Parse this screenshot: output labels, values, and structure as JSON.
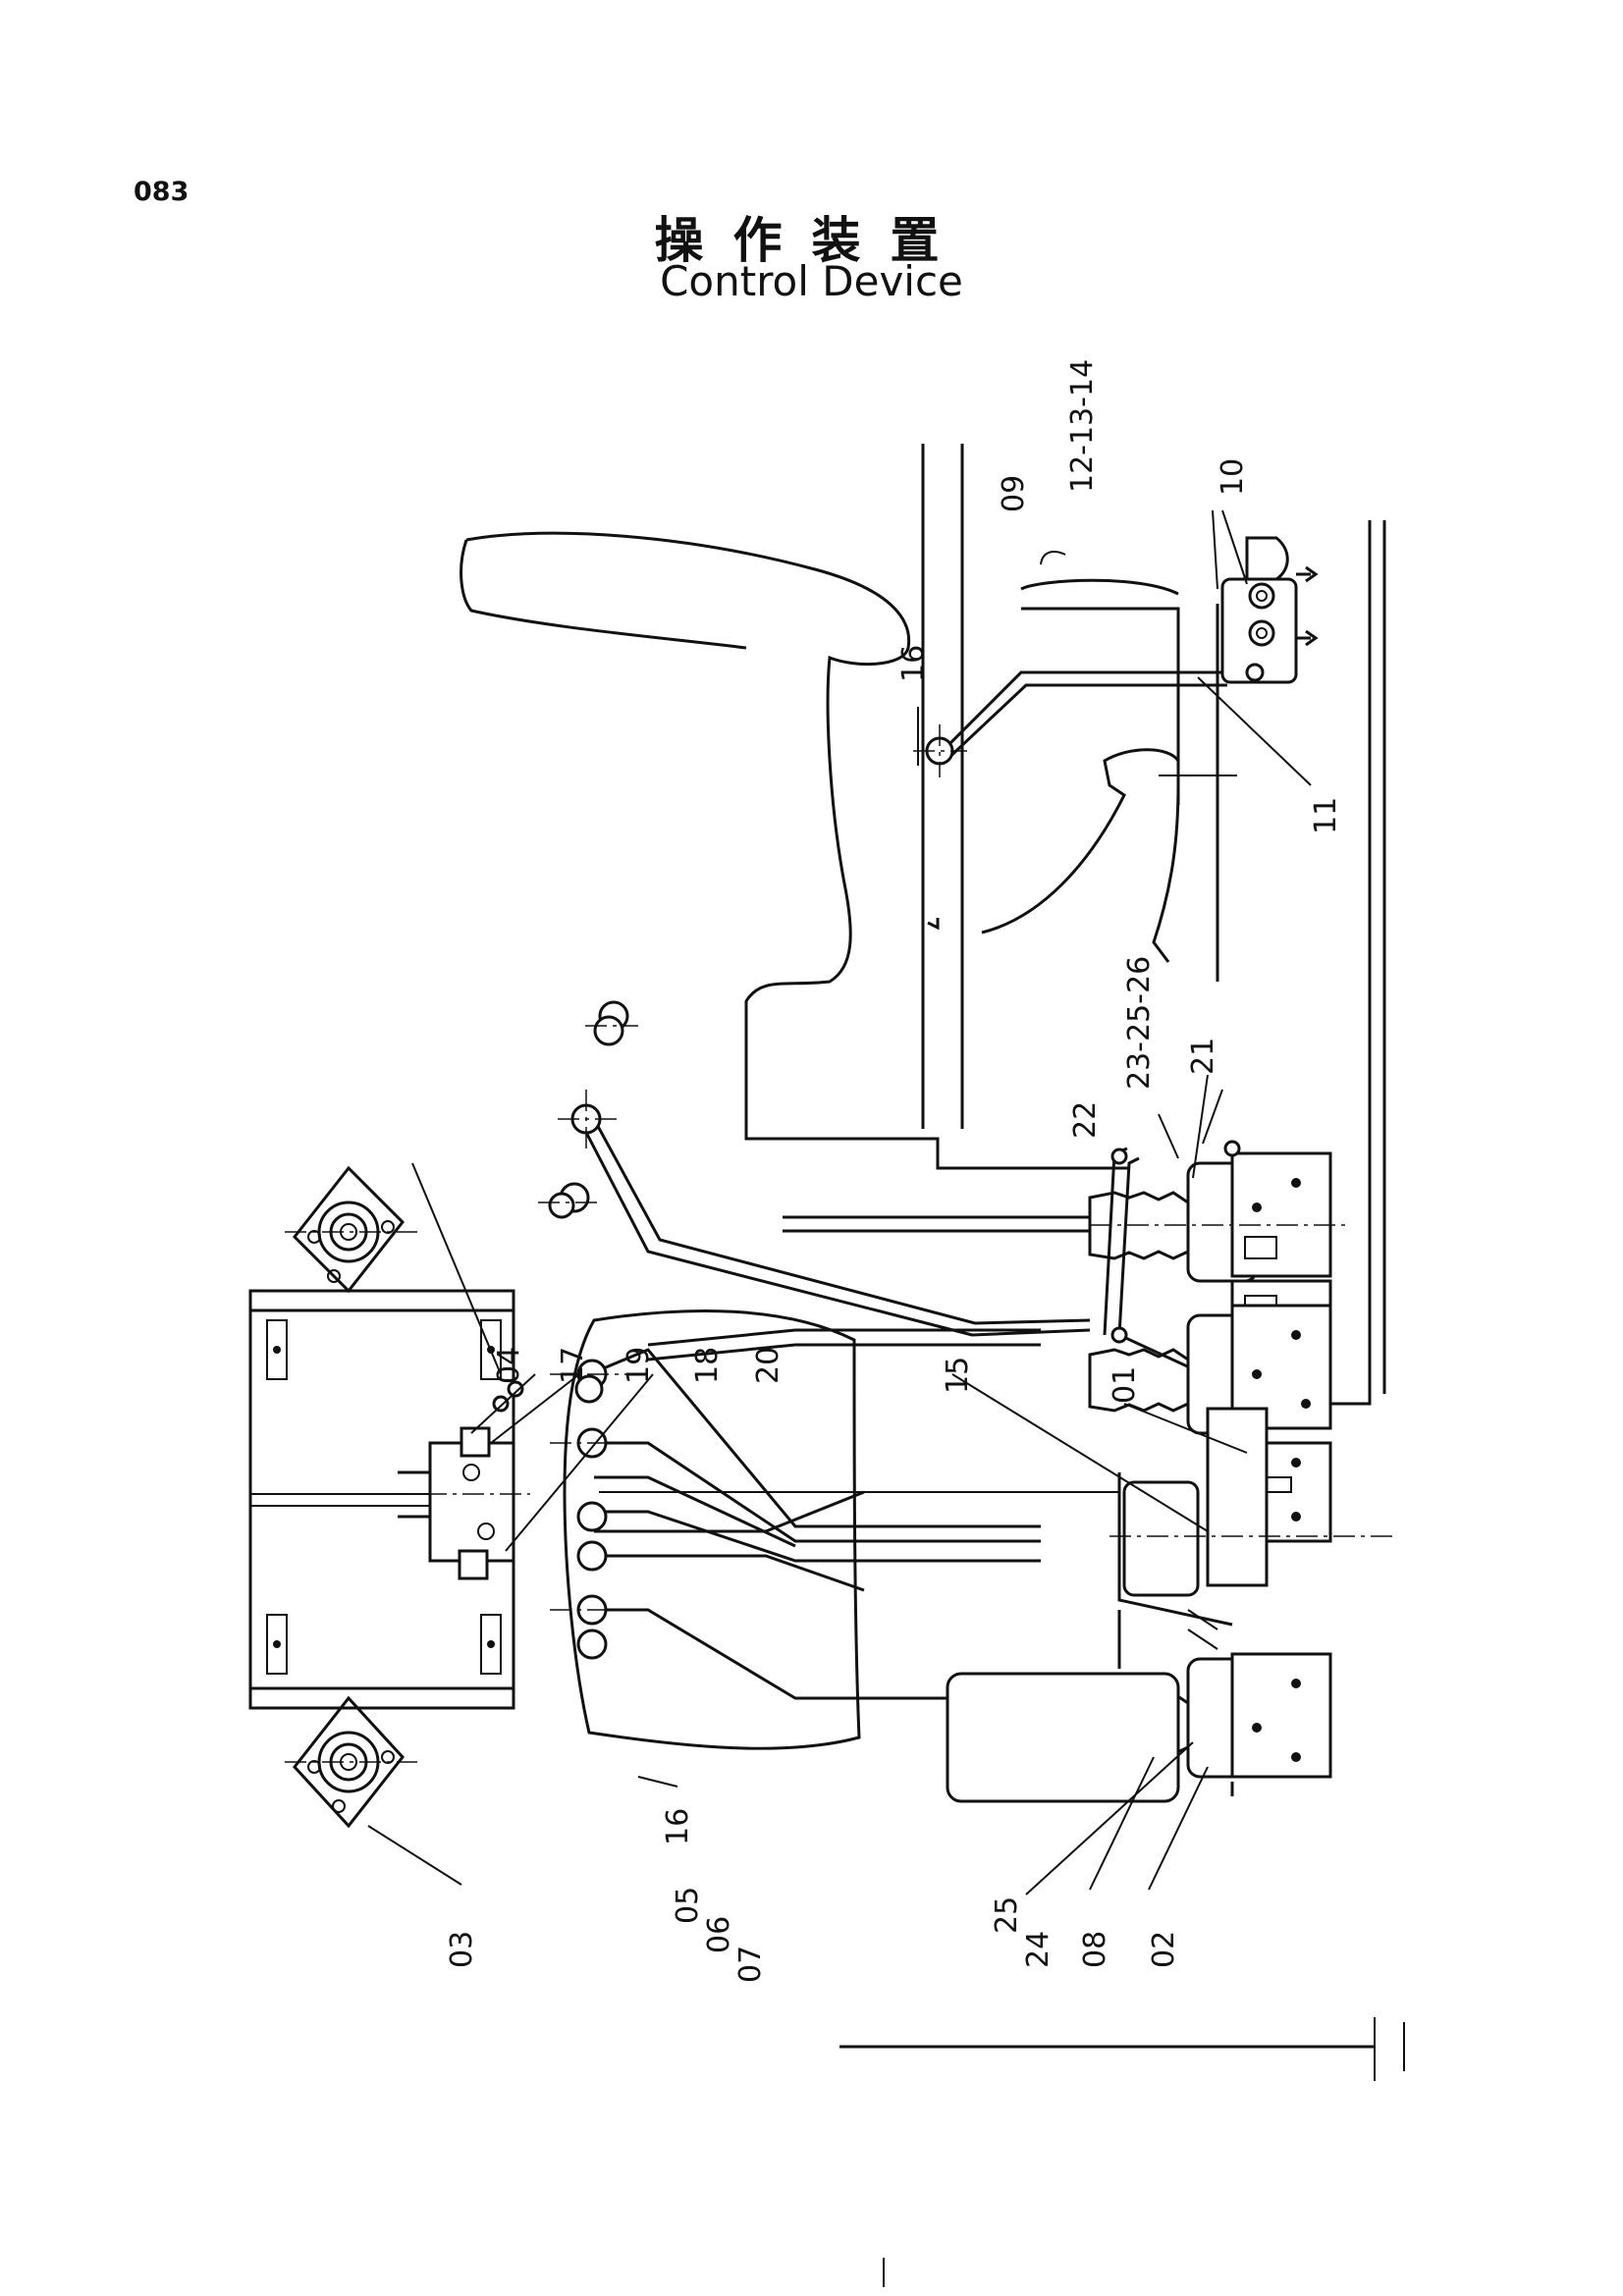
{
  "header": {
    "page_number": "083",
    "title_jp": "操作装置",
    "title_en": "Control Device"
  },
  "callouts": [
    {
      "id": "c04",
      "text": "04"
    },
    {
      "id": "c17",
      "text": "17"
    },
    {
      "id": "c19",
      "text": "19"
    },
    {
      "id": "c18",
      "text": "18"
    },
    {
      "id": "c20",
      "text": "20"
    },
    {
      "id": "c15",
      "text": "15"
    },
    {
      "id": "c01",
      "text": "01"
    },
    {
      "id": "c22",
      "text": "22"
    },
    {
      "id": "c23",
      "text": "23-25-26"
    },
    {
      "id": "c21",
      "text": "21"
    },
    {
      "id": "c16a",
      "text": "16"
    },
    {
      "id": "c09",
      "text": "09"
    },
    {
      "id": "c12",
      "text": "12-13-14"
    },
    {
      "id": "c10",
      "text": "10"
    },
    {
      "id": "c11",
      "text": "11"
    },
    {
      "id": "c16b",
      "text": "16"
    },
    {
      "id": "c03",
      "text": "03"
    },
    {
      "id": "c05",
      "text": "05"
    },
    {
      "id": "c06",
      "text": "06"
    },
    {
      "id": "c07",
      "text": "07"
    },
    {
      "id": "c25",
      "text": "25"
    },
    {
      "id": "c24",
      "text": "24"
    },
    {
      "id": "c08",
      "text": "08"
    },
    {
      "id": "c02",
      "text": "02"
    }
  ]
}
